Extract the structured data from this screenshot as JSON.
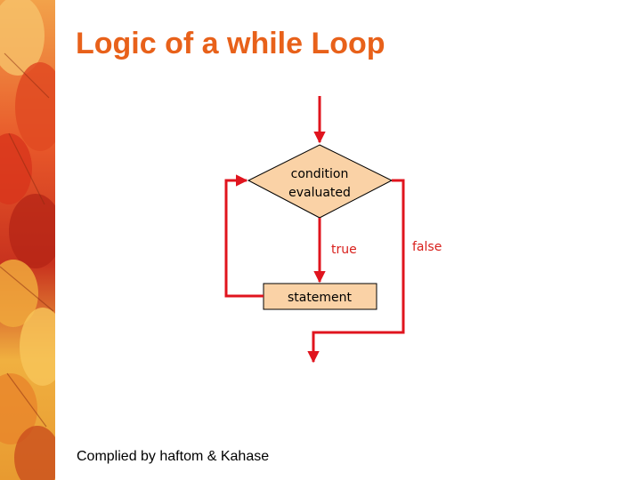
{
  "slide": {
    "title": "Logic of a while Loop",
    "footer": "Complied by haftom & Kahase"
  },
  "diagram": {
    "condition_lines": [
      "condition",
      "evaluated"
    ],
    "statement_label": "statement",
    "true_label": "true",
    "false_label": "false"
  },
  "colors": {
    "title": "#e8611a",
    "arrow": "#e0141e",
    "diamond_fill": "#fad2a6",
    "box_fill": "#fad2a6",
    "label_red": "#d8201c"
  }
}
